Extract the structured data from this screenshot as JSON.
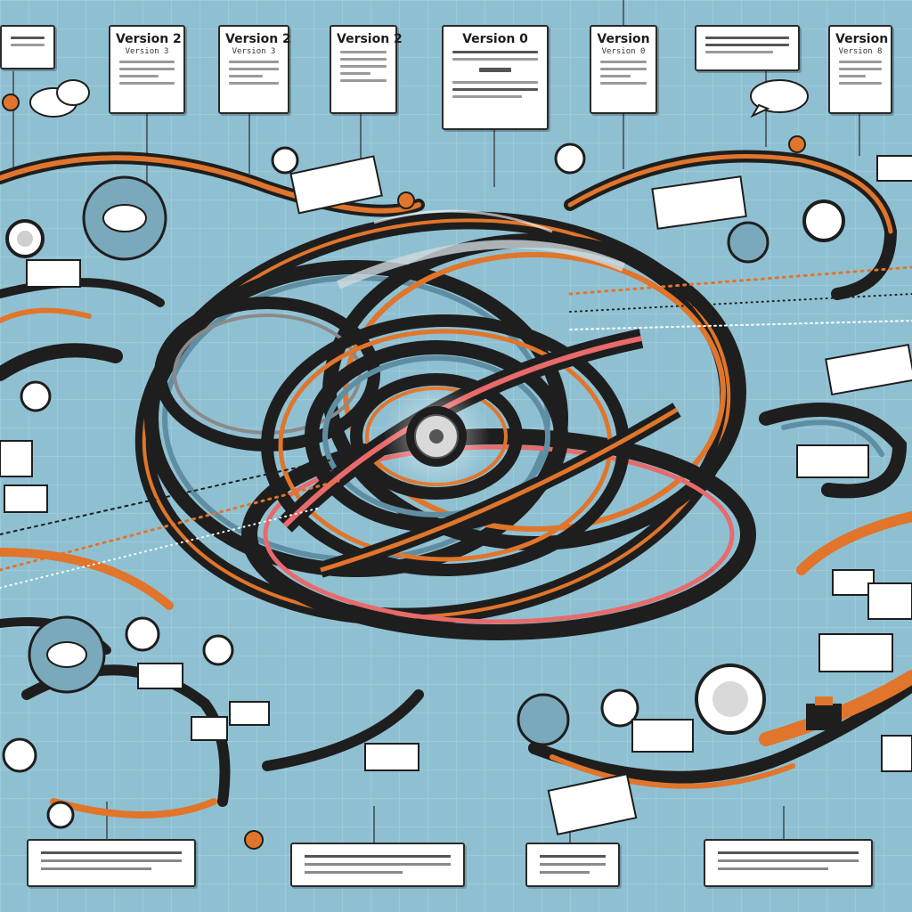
{
  "version_cards": [
    {
      "id": "v1",
      "title": "",
      "subtitle": ""
    },
    {
      "id": "v2",
      "title": "Version 2",
      "subtitle": "Version 3"
    },
    {
      "id": "v3",
      "title": "Version 2",
      "subtitle": "Version 3"
    },
    {
      "id": "v4",
      "title": "Version 2",
      "subtitle": ""
    },
    {
      "id": "v5",
      "title": "Version 0",
      "subtitle": ""
    },
    {
      "id": "v6",
      "title": "Version",
      "subtitle": "Version 0"
    },
    {
      "id": "v7",
      "title": "",
      "subtitle": ""
    },
    {
      "id": "v8",
      "title": "Version",
      "subtitle": "Version 8"
    }
  ],
  "colors": {
    "background": "#8fc0d2",
    "grid": "#a9d3e0",
    "track_orange": "#e0752b",
    "track_black": "#1e1e1e",
    "track_blue": "#5f8ea3",
    "track_pink": "#e86a6a",
    "card": "#ffffff"
  },
  "icons": [
    "cloud-icon",
    "speech-bubble-icon",
    "disc-icon",
    "document-icon",
    "pin-icon"
  ]
}
